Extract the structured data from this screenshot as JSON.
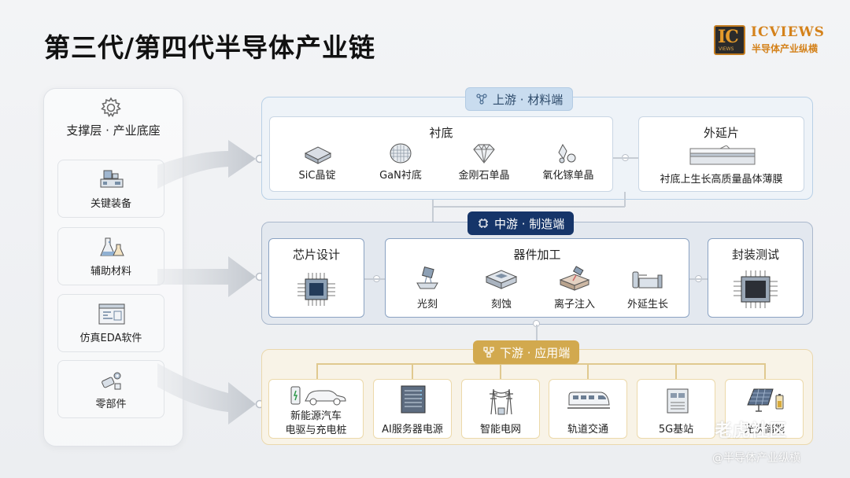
{
  "title": "第三代/第四代半导体产业链",
  "logo": {
    "mark": "IC",
    "mark_sub": "VIEWS",
    "name": "ICVIEWS",
    "tagline": "半导体产业纵横"
  },
  "support": {
    "title": "支撑层 · 产业底座",
    "items": [
      {
        "label": "关键装备",
        "icon": "equipment-icon"
      },
      {
        "label": "辅助材料",
        "icon": "flask-icon"
      },
      {
        "label": "仿真EDA软件",
        "icon": "software-window-icon"
      },
      {
        "label": "零部件",
        "icon": "parts-icon"
      }
    ]
  },
  "upstream": {
    "badge": "上游 · 材料端",
    "substrate": {
      "title": "衬底",
      "items": [
        {
          "label": "SiC晶锭",
          "icon": "ingot-icon"
        },
        {
          "label": "GaN衬底",
          "icon": "wafer-icon"
        },
        {
          "label": "金刚石单晶",
          "icon": "diamond-icon"
        },
        {
          "label": "氧化镓单晶",
          "icon": "crystal-icon"
        }
      ]
    },
    "epitaxy": {
      "title": "外延片",
      "desc": "衬底上生长高质量晶体薄膜"
    }
  },
  "midstream": {
    "badge": "中游 · 制造端",
    "design": {
      "title": "芯片设计"
    },
    "processing": {
      "title": "器件加工",
      "items": [
        {
          "label": "光刻",
          "icon": "lithography-icon"
        },
        {
          "label": "刻蚀",
          "icon": "etching-icon"
        },
        {
          "label": "离子注入",
          "icon": "ion-implant-icon"
        },
        {
          "label": "外延生长",
          "icon": "epitaxy-growth-icon"
        }
      ]
    },
    "packaging": {
      "title": "封装测试"
    }
  },
  "downstream": {
    "badge": "下游 · 应用端",
    "items": [
      {
        "label_line1": "新能源汽车",
        "label_line2": "电驱与充电桩",
        "icon": "ev-charging-icon"
      },
      {
        "label_line1": "AI服务器电源",
        "label_line2": "",
        "icon": "server-icon"
      },
      {
        "label_line1": "智能电网",
        "label_line2": "",
        "icon": "power-grid-icon"
      },
      {
        "label_line1": "轨道交通",
        "label_line2": "",
        "icon": "train-icon"
      },
      {
        "label_line1": "5G基站",
        "label_line2": "",
        "icon": "base-station-icon"
      },
      {
        "label_line1": "光伏储能",
        "label_line2": "",
        "icon": "solar-panel-icon"
      }
    ]
  },
  "watermarks": {
    "community": "老虎社区",
    "author": "@半导体产业纵横"
  },
  "colors": {
    "upstream": "#c9dcef",
    "midstream": "#163569",
    "downstream": "#d2a94e",
    "logo": "#d4821b"
  }
}
